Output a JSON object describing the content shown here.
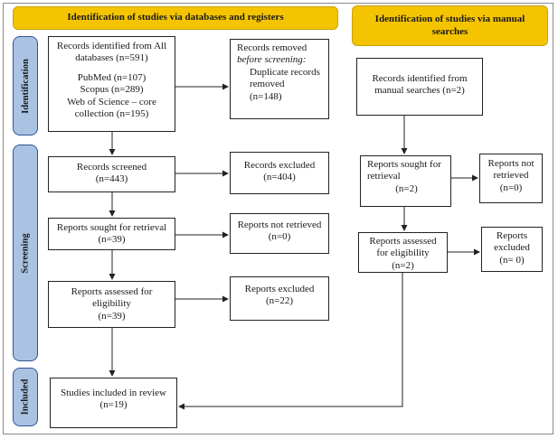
{
  "headers": {
    "databases": "Identification of studies via databases and registers",
    "manual_line1": "Identification of studies via manual",
    "manual_line2": "searches"
  },
  "phases": {
    "identification": "Identification",
    "screening": "Screening",
    "included": "Included"
  },
  "left": {
    "records_identified": {
      "line1": "Records identified from All",
      "line2": "databases (n=591)",
      "line3": "PubMed (n=107)",
      "line4": "Scopus (n=289)",
      "line5": "Web of Science – core",
      "line6": "collection (n=195)"
    },
    "records_removed": {
      "line1": "Records removed",
      "line2": "before screening:",
      "line3": "Duplicate records",
      "line4": "removed",
      "line5": "(n=148)"
    },
    "records_screened": {
      "line1": "Records screened",
      "line2": "(n=443)"
    },
    "records_excluded": {
      "line1": "Records excluded",
      "line2": "(n=404)"
    },
    "reports_sought": {
      "line1": "Reports sought for retrieval",
      "line2": "(n=39)"
    },
    "reports_not_retrieved": {
      "line1": "Reports not retrieved",
      "line2": "(n=0)"
    },
    "reports_assessed": {
      "line1": "Reports assessed for",
      "line2": "eligibility",
      "line3": "(n=39)"
    },
    "reports_excluded": {
      "line1": "Reports excluded",
      "line2": "(n=22)"
    },
    "studies_included": {
      "line1": "Studies included in review",
      "line2": "(n=19)"
    }
  },
  "right": {
    "records_identified": {
      "line1": "Records identified from",
      "line2": "manual searches (n=2)"
    },
    "reports_sought": {
      "line1": "Reports sought for",
      "line2": "retrieval",
      "line3": "(n=2)"
    },
    "reports_not_retrieved": {
      "line1": "Reports not",
      "line2": "retrieved",
      "line3": "(n=0)"
    },
    "reports_assessed": {
      "line1": "Reports assessed",
      "line2": "for eligibility",
      "line3": "(n=2)"
    },
    "reports_excluded": {
      "line1": "Reports",
      "line2": "excluded",
      "line3": "(n= 0)"
    }
  },
  "colors": {
    "header_fill": "#f5c400",
    "phase_fill": "#aac3e2",
    "phase_border": "#2f5597"
  }
}
